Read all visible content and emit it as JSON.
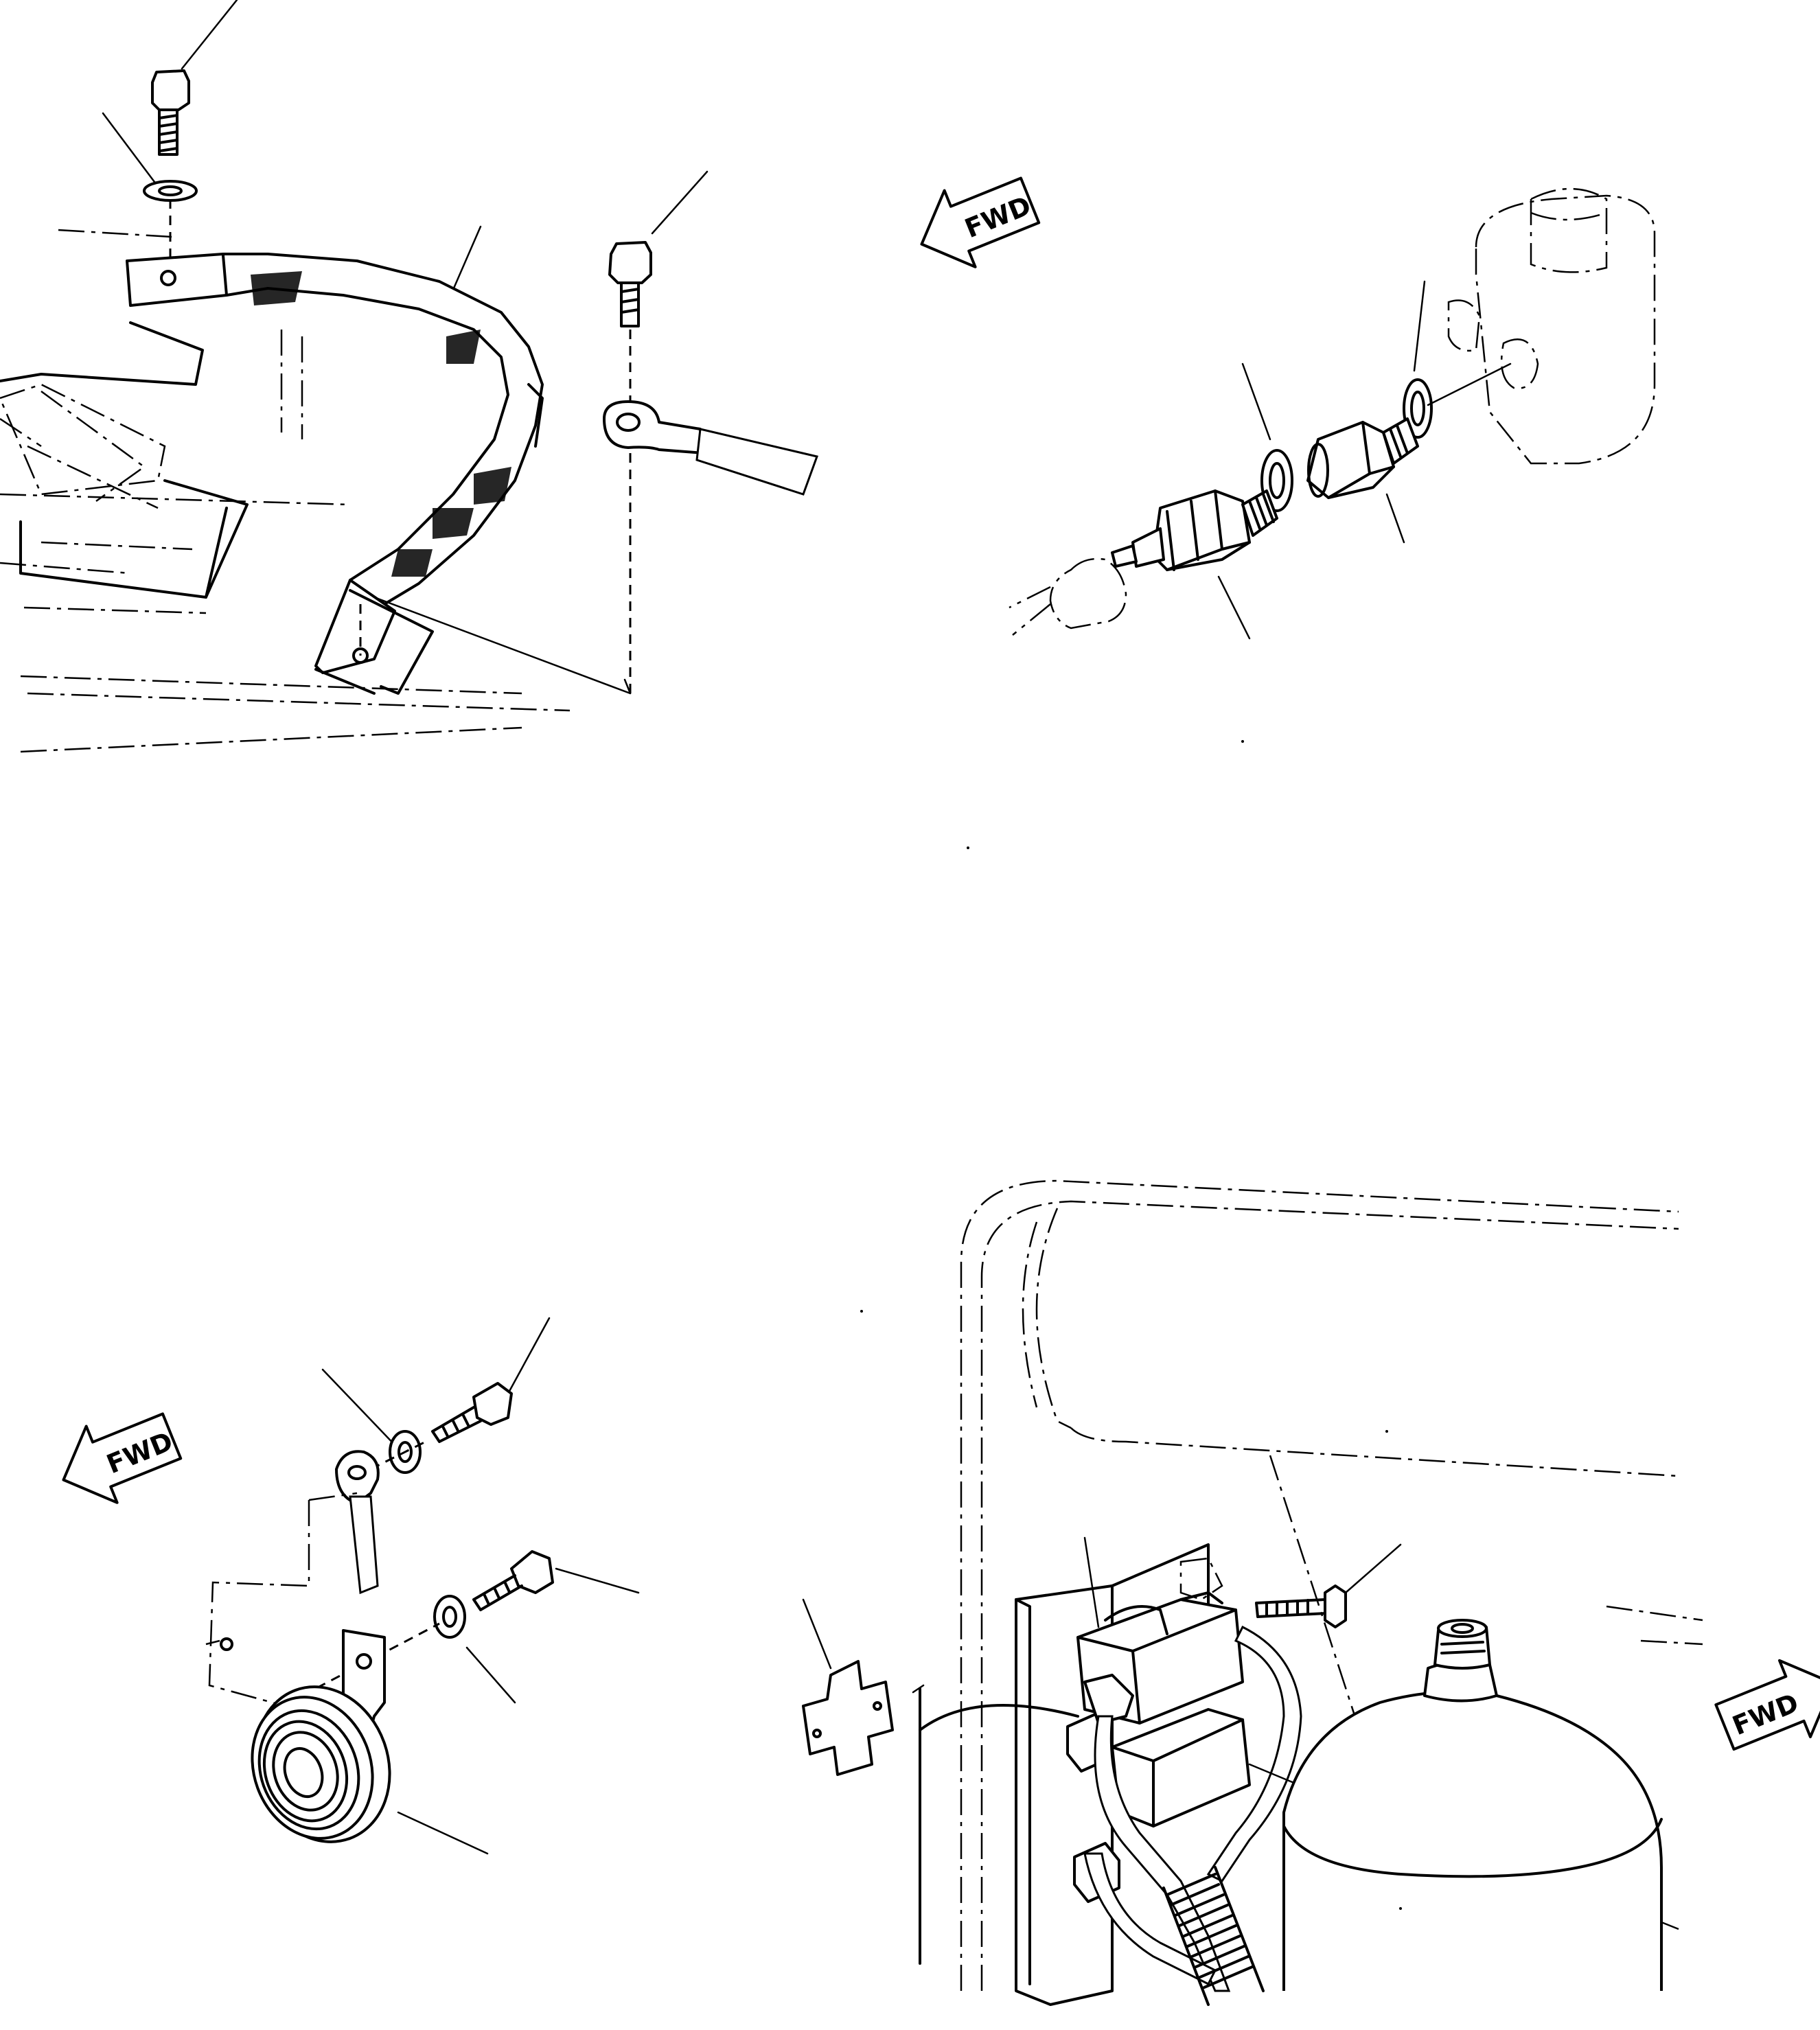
{
  "figure": {
    "direction_label": "FWD"
  },
  "views": [
    {
      "name": "ground-strap-and-cable-view"
    },
    {
      "name": "pressure-switch-view"
    },
    {
      "name": "horn-view"
    },
    {
      "name": "relay-panel-view"
    }
  ],
  "icons": [
    "fwd-arrow-icon",
    "bolt-icon",
    "washer-icon",
    "horn-icon",
    "relay-icon",
    "accumulator-icon",
    "pressure-switch-icon"
  ]
}
